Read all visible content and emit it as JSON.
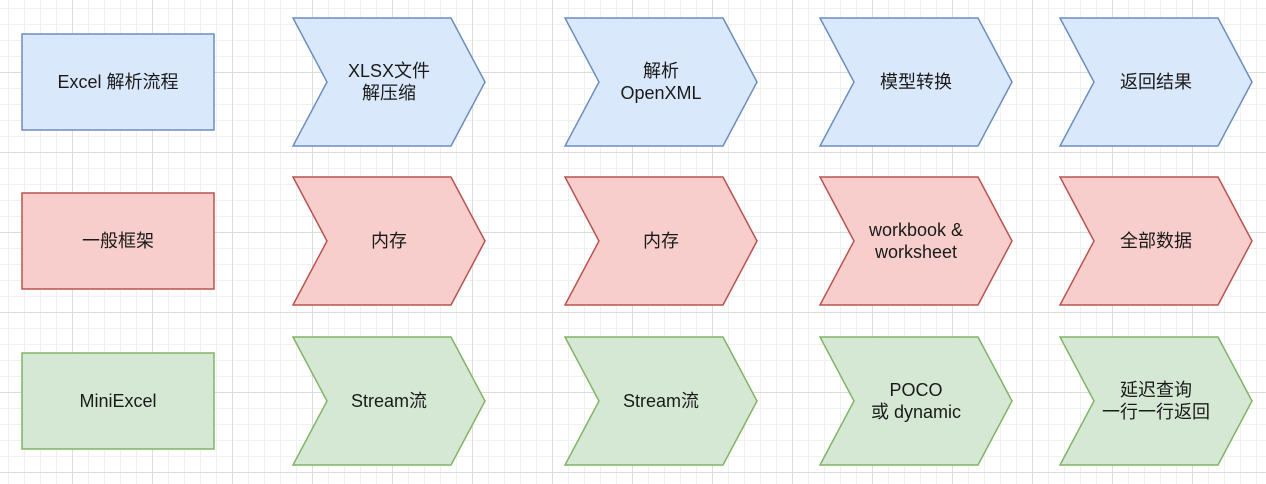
{
  "colors": {
    "blue": {
      "fill": "#dae8fc",
      "stroke": "#6c8ebf"
    },
    "red": {
      "fill": "#f8cecc",
      "stroke": "#b85450"
    },
    "green": {
      "fill": "#d5e8d4",
      "stroke": "#82b366"
    }
  },
  "rows": [
    {
      "color": "blue",
      "label": [
        "Excel 解析流程"
      ],
      "steps": [
        [
          "XLSX文件",
          "解压缩"
        ],
        [
          "解析",
          "OpenXML"
        ],
        [
          "模型转换"
        ],
        [
          "返回结果"
        ]
      ]
    },
    {
      "color": "red",
      "label": [
        "一般框架"
      ],
      "steps": [
        [
          "内存"
        ],
        [
          "内存"
        ],
        [
          "workbook &",
          "worksheet"
        ],
        [
          "全部数据"
        ]
      ]
    },
    {
      "color": "green",
      "label": [
        "MiniExcel"
      ],
      "steps": [
        [
          "Stream流"
        ],
        [
          "Stream流"
        ],
        [
          "POCO",
          "或 dynamic"
        ],
        [
          "延迟查询",
          "一行一行返回"
        ]
      ]
    }
  ]
}
